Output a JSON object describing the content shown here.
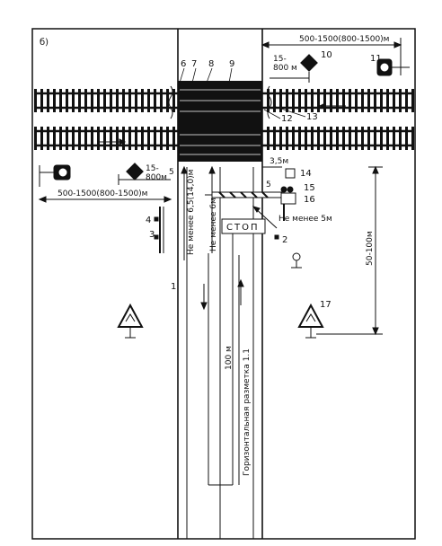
{
  "figure_label": "б)",
  "dimensions": {
    "top_right_span": "500-1500(800-1500)м",
    "left_span": "500-1500(800-1500)м",
    "sign_10_distance": "15-\n800 м",
    "sign_15_distance": "15-\n800м",
    "small_gap": "3,5м",
    "barrier_offset": "5",
    "left_offset": "5",
    "vertical_left": "Не менее 6,5(14,0)м",
    "vertical_mid": "Не менее 6м",
    "not_less_5m": "Не менее 5м",
    "right_vertical": "50-100м",
    "marking_length": "100 м"
  },
  "labels": {
    "stop": "СТОП",
    "marking_text": "Горизонтальная разметка 1.1"
  },
  "callouts": {
    "n1": "1",
    "n2": "2",
    "n3": "3",
    "n4": "4",
    "n5": "5",
    "n6": "6",
    "n7": "7",
    "n8": "8",
    "n9": "9",
    "n10": "10",
    "n11": "11",
    "n12": "12",
    "n13": "13",
    "n14": "14",
    "n15": "15",
    "n16": "16",
    "n17": "17"
  },
  "colors": {
    "ink": "#111111",
    "paper": "#ffffff"
  }
}
